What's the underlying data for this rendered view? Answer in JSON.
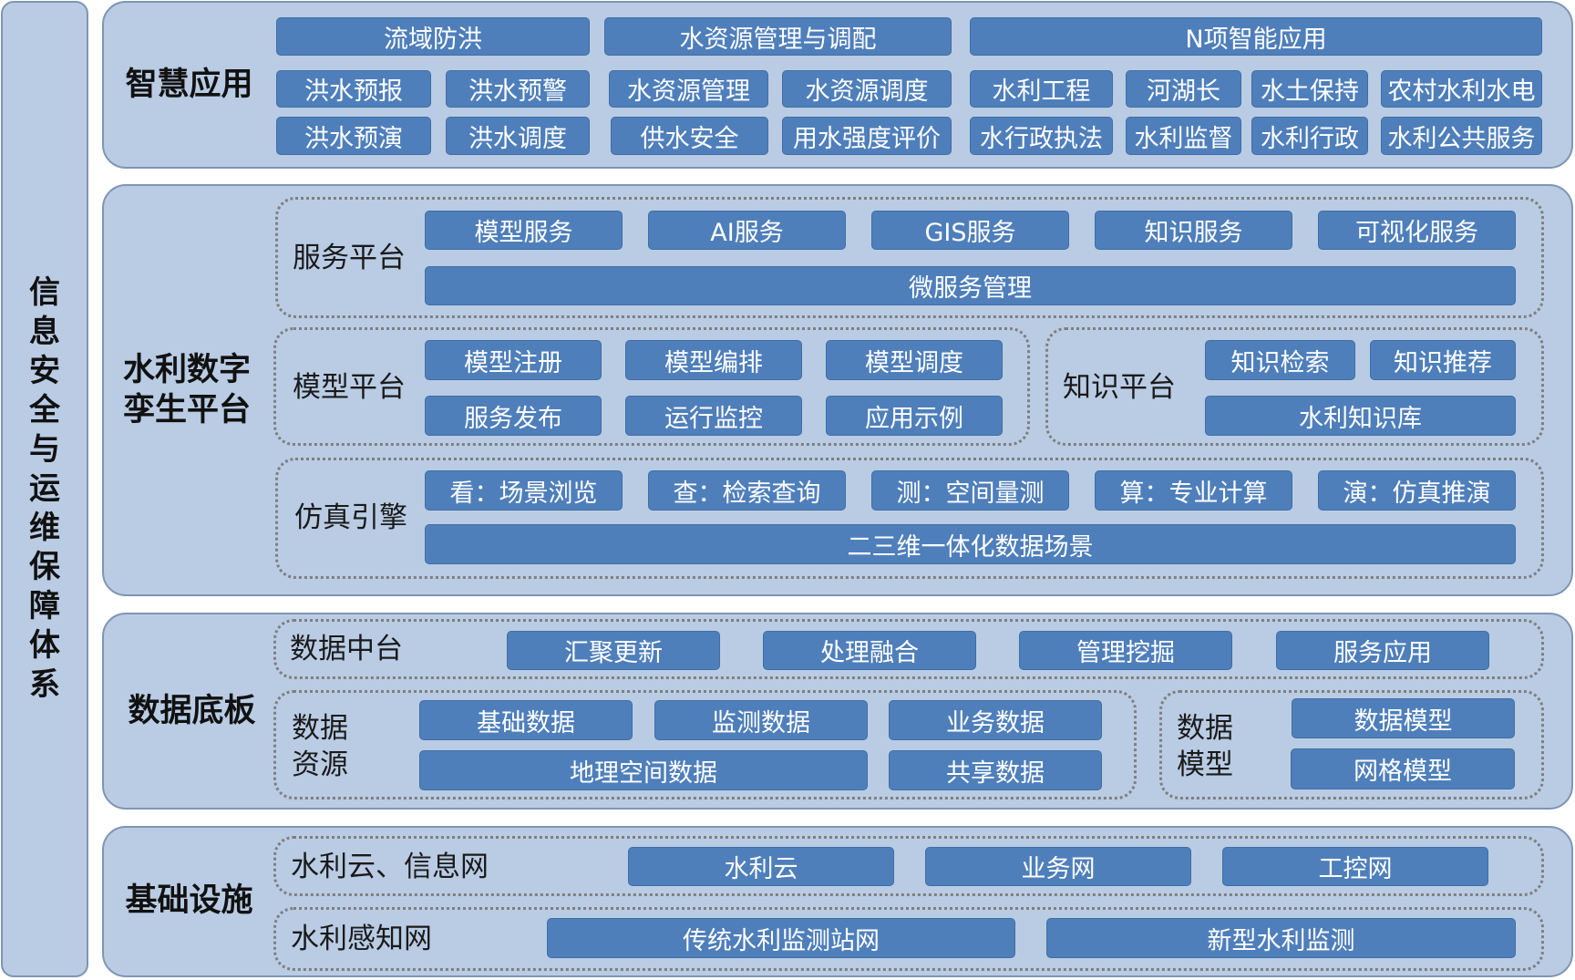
{
  "side_label": "信息安全与运维保障体系",
  "layers": {
    "app": {
      "title": "智慧应用",
      "items": [
        "流域防洪",
        "水资源管理与调配",
        "N项智能应用",
        "洪水预报",
        "洪水预警",
        "水资源管理",
        "水资源调度",
        "水利工程",
        "河湖长",
        "水土保持",
        "农村水利水电",
        "洪水预演",
        "洪水调度",
        "供水安全",
        "用水强度评价",
        "水行政执法",
        "水利监督",
        "水利行政",
        "水利公共服务"
      ]
    },
    "twin": {
      "title": "水利数字孪生平台",
      "service": {
        "label": "服务平台",
        "items": [
          "模型服务",
          "AI服务",
          "GIS服务",
          "知识服务",
          "可视化服务",
          "微服务管理"
        ]
      },
      "model": {
        "label": "模型平台",
        "items": [
          "模型注册",
          "模型编排",
          "模型调度",
          "服务发布",
          "运行监控",
          "应用示例"
        ]
      },
      "knowledge": {
        "label": "知识平台",
        "items": [
          "知识检索",
          "知识推荐",
          "水利知识库"
        ]
      },
      "sim": {
        "label": "仿真引擎",
        "items": [
          "看：场景浏览",
          "查：检索查询",
          "测：空间量测",
          "算：专业计算",
          "演：仿真推演",
          "二三维一体化数据场景"
        ]
      }
    },
    "data": {
      "title": "数据底板",
      "center": {
        "label": "数据中台",
        "items": [
          "汇聚更新",
          "处理融合",
          "管理挖掘",
          "服务应用"
        ]
      },
      "resource": {
        "label": "数据资源",
        "items": [
          "基础数据",
          "监测数据",
          "业务数据",
          "地理空间数据",
          "共享数据"
        ]
      },
      "model": {
        "label": "数据模型",
        "items": [
          "数据模型",
          "网格模型"
        ]
      }
    },
    "infra": {
      "title": "基础设施",
      "network": {
        "label": "水利云、信息网",
        "items": [
          "水利云",
          "业务网",
          "工控网"
        ]
      },
      "sensing": {
        "label": "水利感知网",
        "items": [
          "传统水利监测站网",
          "新型水利监测"
        ]
      }
    }
  }
}
